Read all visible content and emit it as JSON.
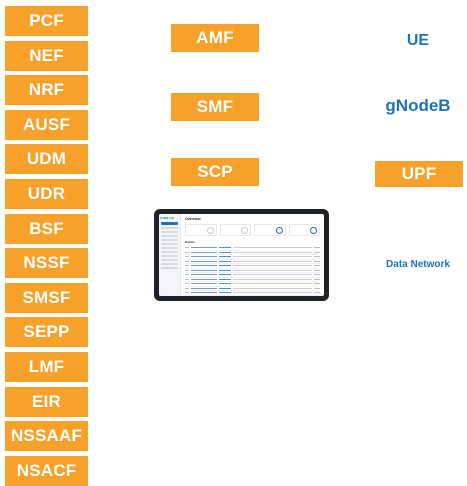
{
  "left_functions": [
    "PCF",
    "NEF",
    "NRF",
    "AUSF",
    "UDM",
    "UDR",
    "BSF",
    "NSSF",
    "SMSF",
    "SEPP",
    "LMF",
    "EIR",
    "NSSAAF",
    "NSACF"
  ],
  "core_functions": {
    "amf": "AMF",
    "smf": "SMF",
    "scp": "SCP"
  },
  "ue": "UE",
  "gnodeb": "gNodeB",
  "upf": "UPF",
  "data_network": "Data Network",
  "dashboard": {
    "logo": "C•RELLIG",
    "overview_title": "Overview",
    "events_title": "Events",
    "accent_color": "#1d73b8",
    "card_count": 4,
    "row_count": 12
  },
  "colors": {
    "nf_box": "#f7a02a",
    "blue_text": "#1d73b8"
  }
}
